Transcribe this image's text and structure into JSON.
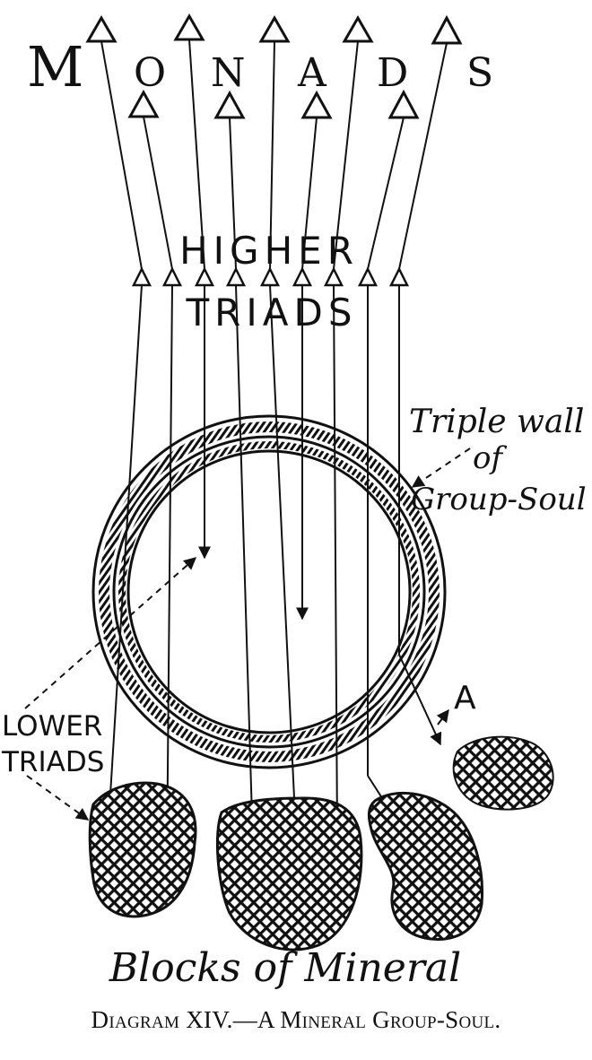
{
  "diagram": {
    "monads_letters": [
      "M",
      "O",
      "N",
      "A",
      "D",
      "S"
    ],
    "higher_triads": {
      "line1": "HIGHER",
      "line2": "TRIADS"
    },
    "triple_wall": {
      "line1": "Triple wall",
      "line2": "of",
      "line3": "Group-Soul"
    },
    "lower_triads": {
      "line1": "LOWER",
      "line2": "TRIADS"
    },
    "label_a": "A",
    "blocks_label": "Blocks of Mineral"
  },
  "caption": "Diagram XIV.—A Mineral Group-Soul.",
  "colors": {
    "ink": "#111111",
    "paper": "#ffffff"
  }
}
